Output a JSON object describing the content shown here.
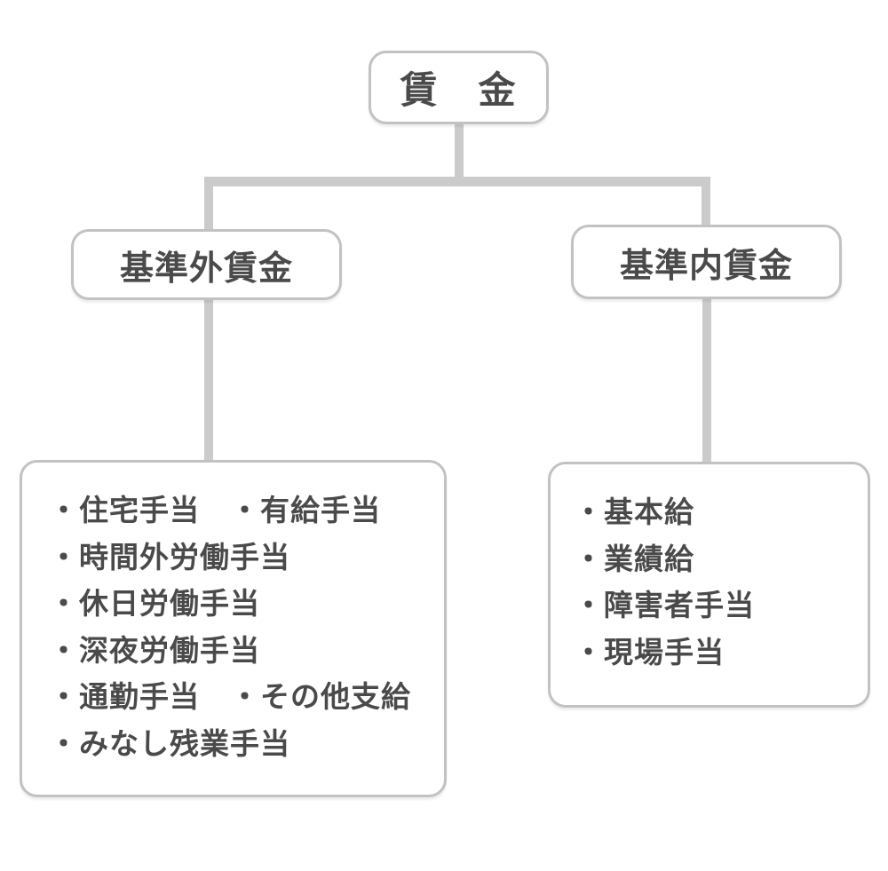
{
  "diagram": {
    "root_label": "賃　金",
    "left_branch": {
      "label": "基準外賃金",
      "items": [
        "・住宅手当　・有給手当",
        "・時間外労働手当",
        "・休日労働手当",
        "・深夜労働手当",
        "・通勤手当　・その他支給",
        "・みなし残業手当"
      ]
    },
    "right_branch": {
      "label": "基準内賃金",
      "items": [
        "・基本給",
        "・業績給",
        "・障害者手当",
        "・現場手当"
      ]
    },
    "colors": {
      "connector": "#cbcbcb",
      "box_border": "#c2c2c2",
      "text": "#4a4a4a",
      "background": "#ffffff"
    }
  }
}
